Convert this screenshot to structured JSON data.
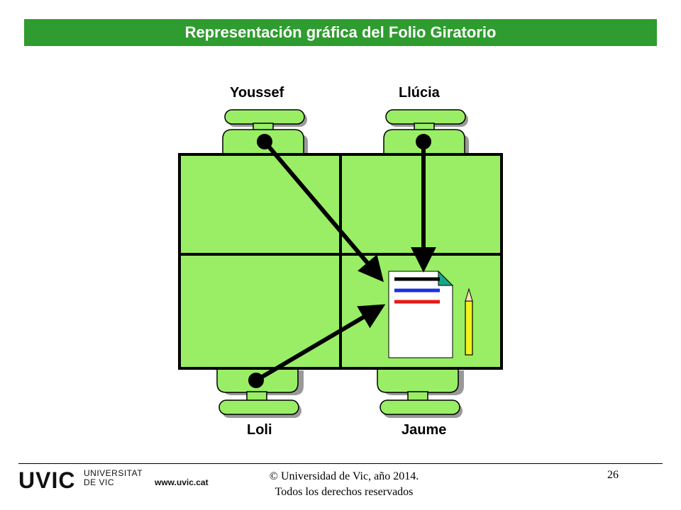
{
  "title": "Representación gráfica del Folio Giratorio",
  "people": {
    "top_left": "Youssef",
    "top_right": "Llúcia",
    "bottom_left": "Loli",
    "bottom_right": "Jaume"
  },
  "colors": {
    "title_bar": "#2e9c2e",
    "table": "#99ee66",
    "chair": "#99ee66",
    "line_black": "#000000",
    "line_blue": "#1a2fe0",
    "line_red": "#e81818",
    "pencil": "#f2f21a",
    "page_corner": "#1aa58a"
  },
  "icons": [
    "chair-icon",
    "sheet-icon",
    "pencil-icon",
    "arrow-icon"
  ],
  "footer": {
    "logo_mark": "UVIC",
    "logo_line1": "UNIVERSITAT",
    "logo_line2": "DE VIC",
    "url": "www.uvic.cat",
    "copyright_line1": "© Universidad de Vic, año 2014.",
    "copyright_line2": "Todos los derechos reservados",
    "page_number": "26"
  }
}
